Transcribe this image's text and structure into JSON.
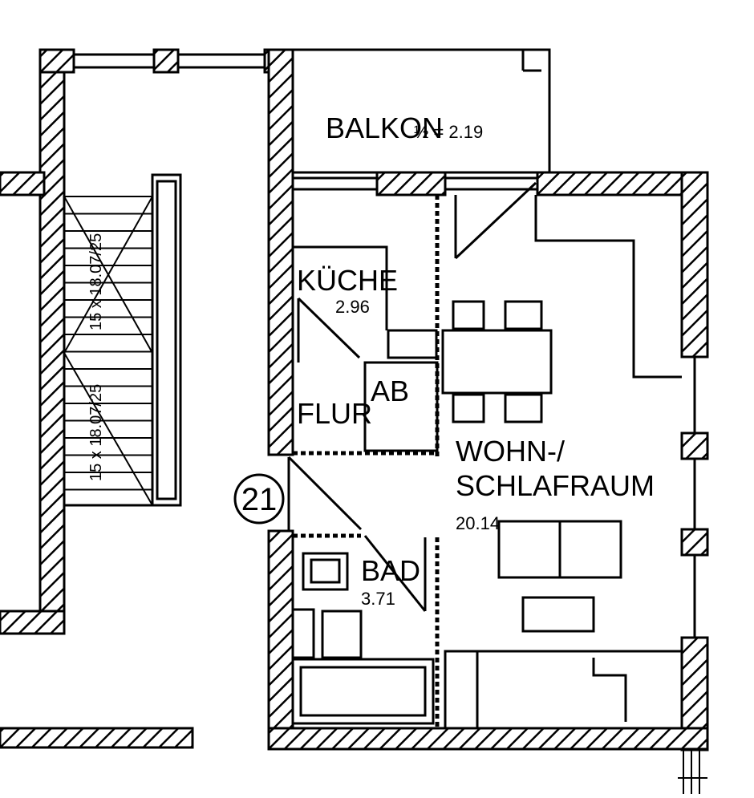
{
  "colors": {
    "ink": "#000000",
    "paper": "#ffffff"
  },
  "rooms": {
    "balkon": {
      "name": "BALKON",
      "area": "½ = 2.19"
    },
    "kueche": {
      "name": "KÜCHE",
      "area": "2.96"
    },
    "flur": {
      "name": "FLUR"
    },
    "ab": {
      "name": "AB"
    },
    "wohn": {
      "name_line1": "WOHN-/",
      "name_line2": "SCHLAFRAUM",
      "area": "20.14"
    },
    "bad": {
      "name": "BAD",
      "area": "3.71"
    }
  },
  "unit_number": "21",
  "stairs": {
    "upper_flight": "15 x 18.07/25",
    "lower_flight": "15 x 18.07/25"
  }
}
